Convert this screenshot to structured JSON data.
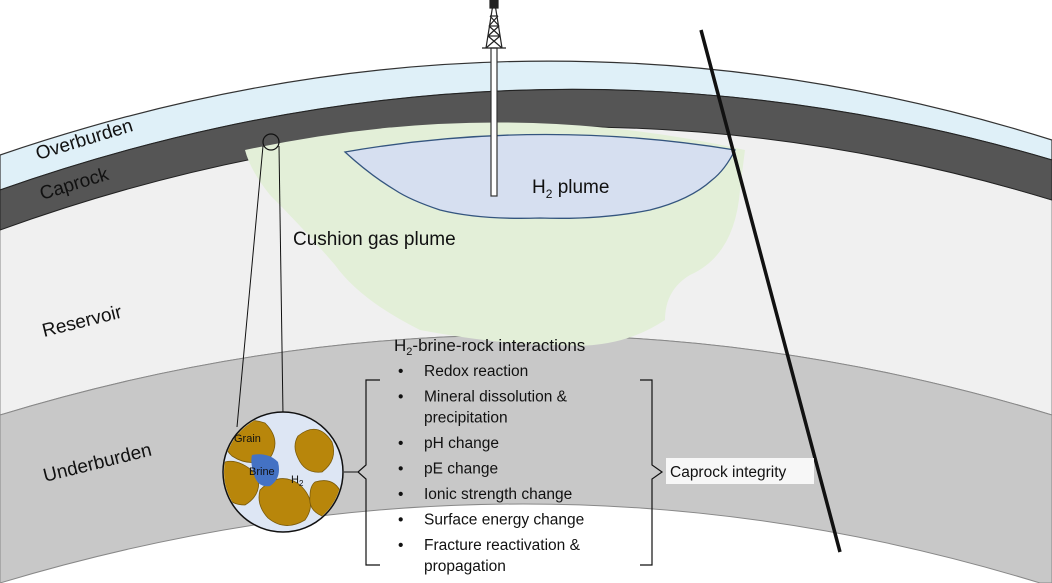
{
  "layers": {
    "overburden": "Overburden",
    "caprock": "Caprock",
    "reservoir": "Reservoir",
    "underburden": "Underburden"
  },
  "plumes": {
    "h2_main": "H",
    "h2_sub": "2",
    "h2_rest": " plume",
    "cushion": "Cushion gas plume"
  },
  "interactions": {
    "title_main": "H",
    "title_sub": "2",
    "title_rest": "-brine-rock interactions",
    "items": [
      {
        "lines": [
          "Redox reaction"
        ]
      },
      {
        "lines": [
          "Mineral dissolution &",
          "precipitation"
        ]
      },
      {
        "lines": [
          "pH change"
        ]
      },
      {
        "lines": [
          "pE change"
        ]
      },
      {
        "lines": [
          "Ionic strength change"
        ]
      },
      {
        "lines": [
          "Surface energy change"
        ]
      },
      {
        "lines": [
          "Fracture reactivation &",
          "propagation"
        ]
      }
    ],
    "bullet": "•"
  },
  "outcome": "Caprock integrity",
  "pore": {
    "grain": "Grain",
    "brine": "Brine",
    "h2_main": "H",
    "h2_sub": "2"
  },
  "colors": {
    "overburden": "#dff0f8",
    "caprock": "#555555",
    "reservoir": "#f0f0f0",
    "underburden": "#c8c8c8",
    "h2_plume": "#d6dff0",
    "cushion_plume": "#e3efd8",
    "grain": "#b8860b",
    "brine": "#4472c4",
    "pore_bg": "#dde6f4"
  }
}
